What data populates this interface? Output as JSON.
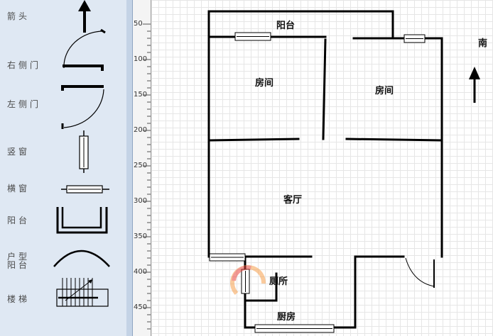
{
  "palette": {
    "items": [
      {
        "label": "箭头",
        "icon": "arrow-icon"
      },
      {
        "label": "右侧门",
        "icon": "right-door-icon"
      },
      {
        "label": "左侧门",
        "icon": "left-door-icon"
      },
      {
        "label": "竖窗",
        "icon": "vertical-window-icon"
      },
      {
        "label": "横窗",
        "icon": "horizontal-window-icon"
      },
      {
        "label": "阳台",
        "icon": "balcony-icon"
      },
      {
        "label_line1": "户型",
        "label_line2": "阳台",
        "icon": "curved-balcony-icon"
      },
      {
        "label": "楼梯",
        "icon": "stairs-icon"
      }
    ]
  },
  "ruler": {
    "ticks": [
      "50",
      "100",
      "150",
      "200",
      "250",
      "300",
      "350",
      "400",
      "450"
    ]
  },
  "plan": {
    "rooms": {
      "balcony": "阳台",
      "bedroom_left": "房间",
      "bedroom_right": "房间",
      "living_room": "客厅",
      "toilet": "厕所",
      "kitchen": "厨房"
    },
    "compass_label": "南"
  },
  "colors": {
    "wall": "#000000",
    "palette_bg": "#dfe8f3",
    "grid": "#e6e6e6"
  }
}
